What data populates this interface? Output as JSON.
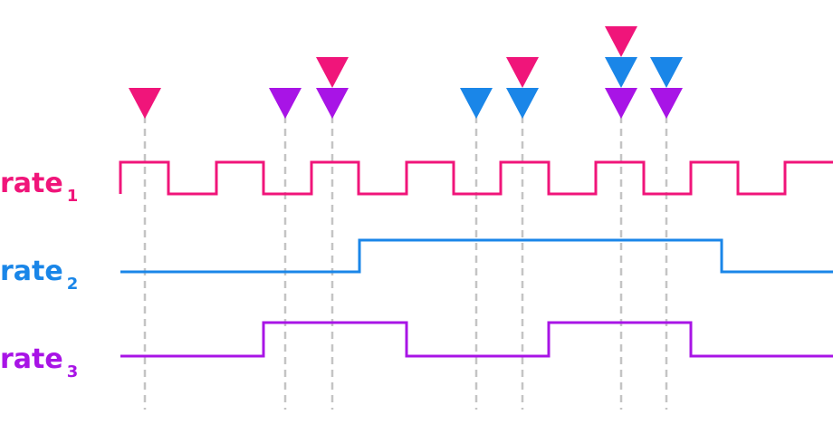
{
  "colors": {
    "rate1": "#f0157a",
    "rate2": "#1a86e8",
    "rate3": "#a814e6",
    "guide": "#c4c4c4"
  },
  "signals": [
    {
      "id": "rate1",
      "label": "rate",
      "subscript": "1",
      "color": "#f0157a"
    },
    {
      "id": "rate2",
      "label": "rate",
      "subscript": "2",
      "color": "#1a86e8"
    },
    {
      "id": "rate3",
      "label": "rate",
      "subscript": "3",
      "color": "#a814e6"
    }
  ],
  "events": [
    {
      "markers": [
        "rate1"
      ]
    },
    {
      "markers": [
        "rate3"
      ]
    },
    {
      "markers": [
        "rate1",
        "rate3"
      ]
    },
    {
      "markers": [
        "rate2"
      ]
    },
    {
      "markers": [
        "rate1",
        "rate2"
      ]
    },
    {
      "markers": [
        "rate1",
        "rate2",
        "rate3"
      ]
    },
    {
      "markers": [
        "rate2",
        "rate3"
      ]
    }
  ]
}
